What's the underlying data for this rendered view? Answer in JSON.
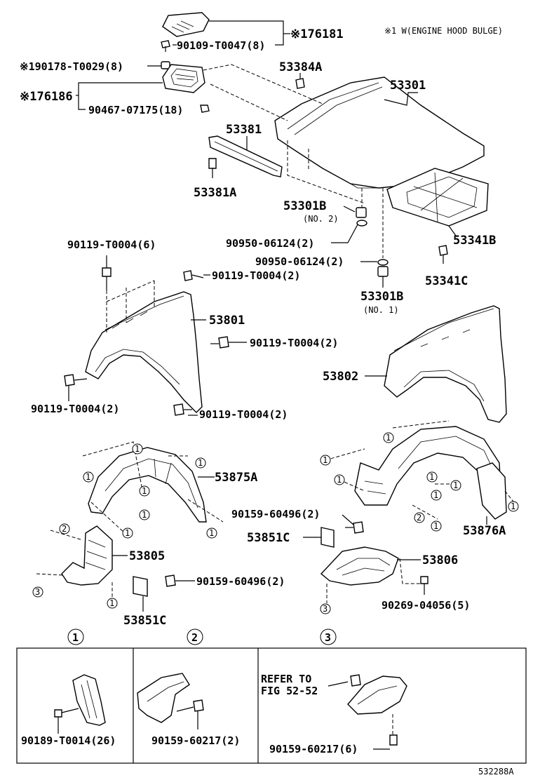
{
  "note": "※1 W(ENGINE HOOD BULGE)",
  "labels": {
    "p176181": "※176181",
    "p90109": "90109-T0047(8)",
    "p190178": "※190178-T0029(8)",
    "p176186": "※176186",
    "p90467": "90467-07175(18)",
    "p53384A": "53384A",
    "p53301": "53301",
    "p53381": "53381",
    "p53381A": "53381A",
    "p53301B_2": "53301B",
    "no2": "(NO. 2)",
    "p90950a": "90950-06124(2)",
    "p90950b": "90950-06124(2)",
    "p53301B_1": "53301B",
    "no1": "(NO. 1)",
    "p53341B": "53341B",
    "p53341C": "53341C",
    "p90119a": "90119-T0004(6)",
    "p90119b": "90119-T0004(2)",
    "p53801": "53801",
    "p90119c": "90119-T0004(2)",
    "p90119d": "90119-T0004(2)",
    "p90119e": "90119-T0004(2)",
    "p53802": "53802",
    "p53875A": "53875A",
    "p90159a": "90159-60496(2)",
    "p53851Ca": "53851C",
    "p53876A": "53876A",
    "p53805": "53805",
    "p53806": "53806",
    "p90159b": "90159-60496(2)",
    "p90269": "90269-04056(5)",
    "p53851Cb": "53851C"
  },
  "callouts": {
    "one": "1",
    "two": "2",
    "three": "3"
  },
  "detail_boxes": [
    {
      "num": "1",
      "part": "90189-T0014(26)"
    },
    {
      "num": "2",
      "part": "90159-60217(2)"
    },
    {
      "num": "3",
      "part": "90159-60217(6)",
      "refer_line1": "REFER TO",
      "refer_line2": "FIG 52-52"
    }
  ],
  "figure_id": "532288A"
}
